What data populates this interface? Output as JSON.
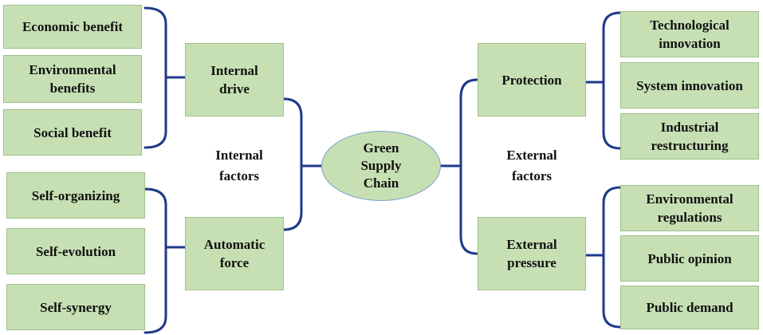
{
  "center": {
    "label": "Green\nSupply\nChain"
  },
  "left": {
    "factor_label": "Internal\nfactors",
    "groups": [
      {
        "label": "Internal\ndrive",
        "items": [
          "Economic benefit",
          "Environmental\nbenefits",
          "Social benefit"
        ]
      },
      {
        "label": "Automatic\nforce",
        "items": [
          "Self-organizing",
          "Self-evolution",
          "Self-synergy"
        ]
      }
    ]
  },
  "right": {
    "factor_label": "External\nfactors",
    "groups": [
      {
        "label": "Protection",
        "items": [
          "Technological\ninnovation",
          "System innovation",
          "Industrial\nrestructuring"
        ]
      },
      {
        "label": "External\npressure",
        "items": [
          "Environmental\nregulations",
          "Public opinion",
          "Public demand"
        ]
      }
    ]
  },
  "colors": {
    "box_fill": "#c6e0b4",
    "box_border": "#9fbf8a",
    "bracket": "#1f3a8a",
    "ellipse_border": "#7f9fc8"
  }
}
